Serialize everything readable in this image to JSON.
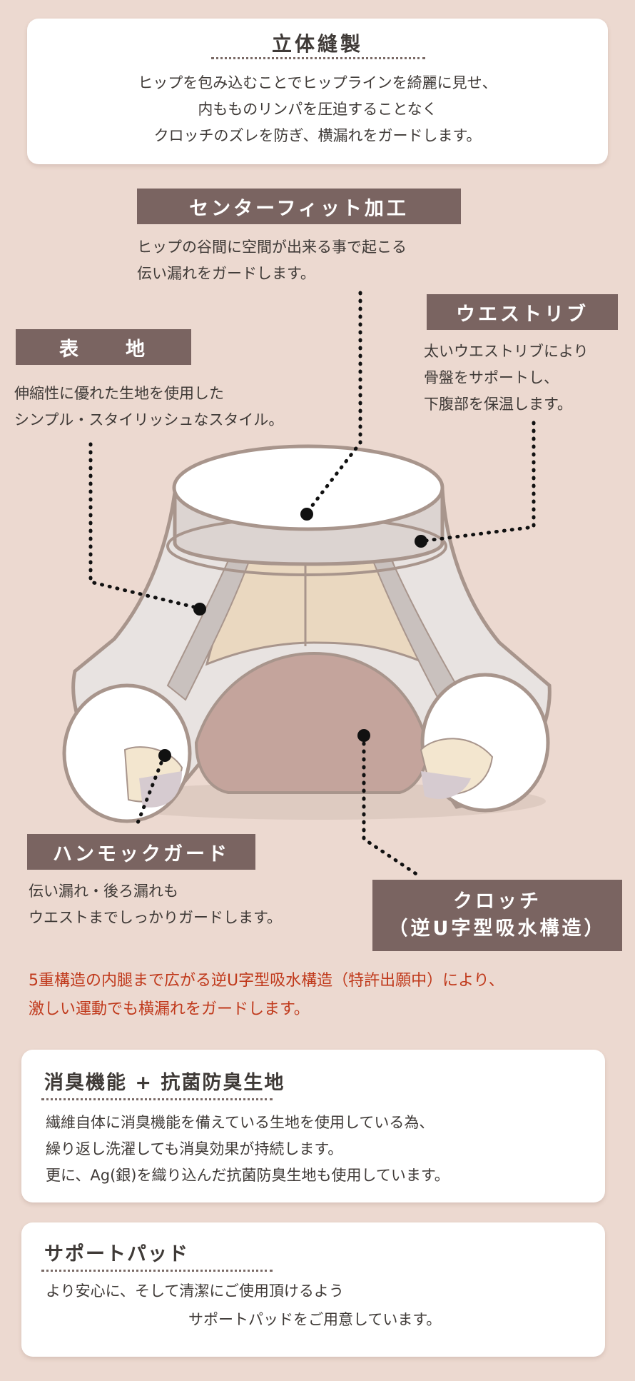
{
  "sections": {
    "rittai": {
      "title": "立体縫製",
      "lines": [
        "ヒップを包み込むことでヒップラインを綺麗に見せ、",
        "内もものリンパを圧迫することなく",
        "クロッチのズレを防ぎ、横漏れをガードします。"
      ]
    },
    "center_fit": {
      "label": "センターフィット加工",
      "lines": [
        "ヒップの谷間に空間が出来る事で起こる",
        "伝い漏れをガードします。"
      ]
    },
    "waist_rib": {
      "label": "ウエストリブ",
      "lines": [
        "太いウエストリブにより",
        "骨盤をサポートし、",
        "下腹部を保温します。"
      ]
    },
    "omote": {
      "label": "表　　地",
      "lines": [
        "伸縮性に優れた生地を使用した",
        "シンプル・スタイリッシュなスタイル。"
      ]
    },
    "hammock": {
      "label": "ハンモックガード",
      "lines": [
        "伝い漏れ・後ろ漏れも",
        "ウエストまでしっかりガードします。"
      ]
    },
    "crotch": {
      "label_line1": "クロッチ",
      "label_line2": "（逆U字型吸水構造）"
    },
    "notice": {
      "lines": [
        "5重構造の内腿まで広がる逆U字型吸水構造（特許出願中）により、",
        "激しい運動でも横漏れをガードします。"
      ]
    },
    "deodorant": {
      "title": "消臭機能 + 抗菌防臭生地",
      "lines": [
        "繊維自体に消臭機能を備えている生地を使用している為、",
        "繰り返し洗濯しても消臭効果が持続します。",
        "更に、Ag(銀)を織り込んだ抗菌防臭生地も使用しています。"
      ]
    },
    "support_pad": {
      "title": "サポートパッド",
      "lines": [
        "より安心に、そして清潔にご使用頂けるよう",
        "サポートパッドをご用意しています。"
      ]
    }
  },
  "colors": {
    "background": "#ecd9d0",
    "label_bg": "#7a6461",
    "accent_red": "#c0391b",
    "crotch": "#c4a49c",
    "tan": "#ead8c0"
  }
}
